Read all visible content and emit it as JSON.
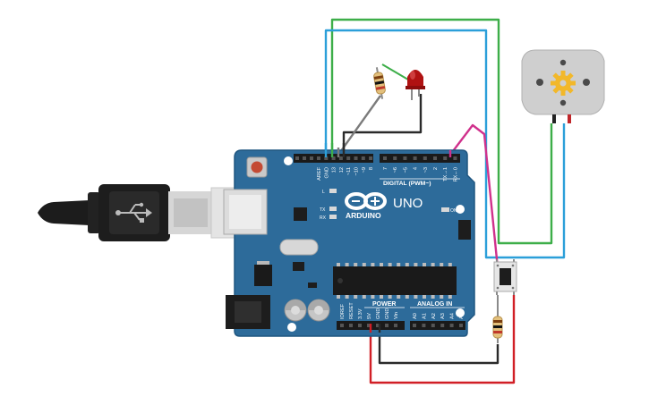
{
  "board": {
    "brand": "ARDUINO",
    "model": "UNO",
    "digital_header_label": "DIGITAL (PWM~)",
    "digital_pins": [
      "AREF",
      "GND",
      "13",
      "12",
      "~11",
      "~10",
      "~9",
      "8",
      "7",
      "~6",
      "~5",
      "4",
      "~3",
      "2",
      "TX→1",
      "RX←0"
    ],
    "led_l_label": "L",
    "led_tx_label": "TX",
    "led_rx_label": "RX",
    "on_label": "ON",
    "power_header_label": "POWER",
    "power_pins": [
      "IOREF",
      "RESET",
      "3.3V",
      "5V",
      "GND",
      "GND",
      "Vin"
    ],
    "analog_header_label": "ANALOG IN",
    "analog_pins": [
      "A0",
      "A1",
      "A2",
      "A3",
      "A4",
      "A5"
    ]
  },
  "colors": {
    "board": "#2d6b9a",
    "board_edge": "#1f5680",
    "wire_green": "#3dae49",
    "wire_blue": "#2b9fd9",
    "wire_magenta": "#d0318c",
    "wire_red": "#d11f26",
    "wire_black": "#2a2a2a",
    "wire_gray": "#7b7b7b",
    "led_red": "#b01212",
    "motor_body": "#cfcfcf",
    "gear": "#f2b82a"
  },
  "icons": {
    "usb": "usb-symbol-icon",
    "infinity_logo": "arduino-infinity-logo-icon"
  }
}
